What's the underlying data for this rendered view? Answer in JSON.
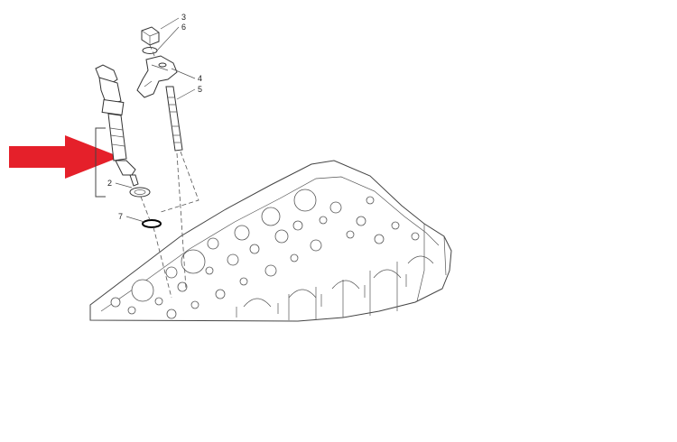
{
  "colors": {
    "arrow": "#e5202a",
    "line": "#444444",
    "background": "#ffffff"
  },
  "callouts": {
    "c2": "2",
    "c3": "3",
    "c4": "4",
    "c5": "5",
    "c6": "6",
    "c7": "7"
  }
}
